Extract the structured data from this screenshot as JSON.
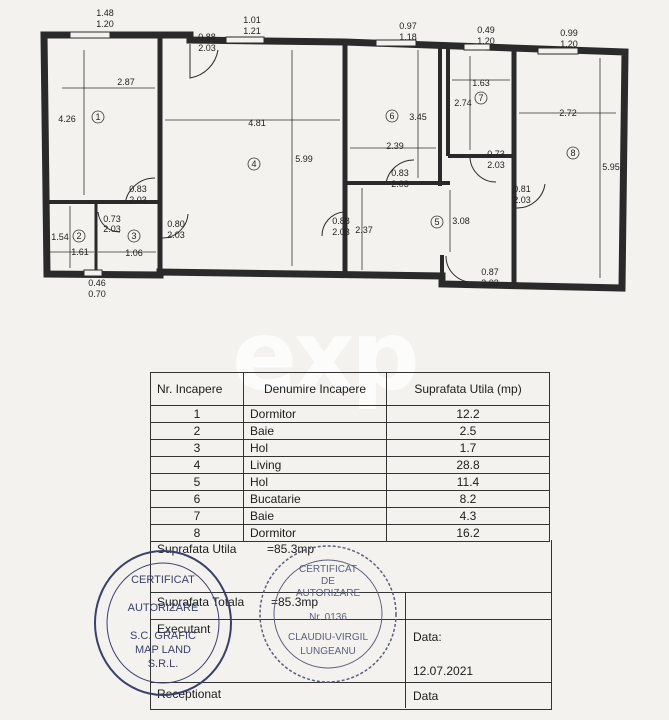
{
  "dimensions": {
    "w1": "1.48",
    "w1b": "1.20",
    "d1": "0.88",
    "d1b": "2.03",
    "w2": "1.01",
    "w2b": "1.21",
    "w3": "0.97",
    "w3b": "1.18",
    "w4": "0.49",
    "w4b": "1.20",
    "w5": "0.99",
    "w5b": "1.20",
    "r1w": "2.87",
    "r1h": "4.26",
    "r4w": "4.81",
    "r4h": "5.99",
    "r6h": "3.45",
    "r6w": "2.39",
    "r7w": "1.63",
    "r7h": "2.74",
    "r8w": "2.72",
    "r8h": "5.95",
    "d2": "0.83",
    "d2b": "2.03",
    "d3": "0.73",
    "d3b": "2.03",
    "d4": "0.80",
    "d4b": "2.03",
    "r2h": "1.54",
    "r2w": "1.61",
    "r3w": "1.06",
    "d5": "0.83",
    "d5b": "2.03",
    "d6": "0.88",
    "d6b": "2.03",
    "r5a": "2.37",
    "r5h": "3.08",
    "d7": "0.73",
    "d7b": "2.03",
    "d8": "0.81",
    "d8b": "2.03",
    "d9": "0.87",
    "d9b": "2.03",
    "w6": "0.46",
    "w6b": "0.70"
  },
  "room_numbers": [
    "1",
    "2",
    "3",
    "4",
    "5",
    "6",
    "7",
    "8"
  ],
  "watermark": "exp",
  "table": {
    "headers": [
      "Nr. Incapere",
      "Denumire Incapere",
      "Suprafata Utila (mp)"
    ],
    "rows": [
      {
        "nr": "1",
        "name": "Dormitor",
        "area": "12.2"
      },
      {
        "nr": "2",
        "name": "Baie",
        "area": "2.5"
      },
      {
        "nr": "3",
        "name": "Hol",
        "area": "1.7"
      },
      {
        "nr": "4",
        "name": "Living",
        "area": "28.8"
      },
      {
        "nr": "5",
        "name": "Hol",
        "area": "11.4"
      },
      {
        "nr": "6",
        "name": "Bucatarie",
        "area": "8.2"
      },
      {
        "nr": "7",
        "name": "Baie",
        "area": "4.3"
      },
      {
        "nr": "8",
        "name": "Dormitor",
        "area": "16.2"
      }
    ]
  },
  "summary": {
    "utila_label": "Suprafata Utila",
    "utila_value": "=85.3mp",
    "totala_label": "Suprafata Totala",
    "totala_value": "=85.3mp",
    "executant_label": "Executant",
    "data_label": "Data:",
    "date_value": "12.07.2021",
    "receptionat_label": "Receptionat",
    "data2_label": "Data"
  },
  "stamp_left": {
    "line1": "CERTIFICAT",
    "line2": "AUTORIZARE",
    "line3": "S.C. GRAFIC",
    "line4": "MAP LAND",
    "line5": "S.R.L."
  },
  "stamp_right": {
    "line1": "CERTIFICAT",
    "line2": "DE",
    "line3": "AUTORIZARE",
    "line4": "Nr. 0136",
    "line5": "CLAUDIU-VIRGIL",
    "line6": "LUNGEANU"
  },
  "colors": {
    "wall": "#2a2a2a",
    "paper": "#f3f2ee",
    "stamp": "#3a3f6e"
  }
}
